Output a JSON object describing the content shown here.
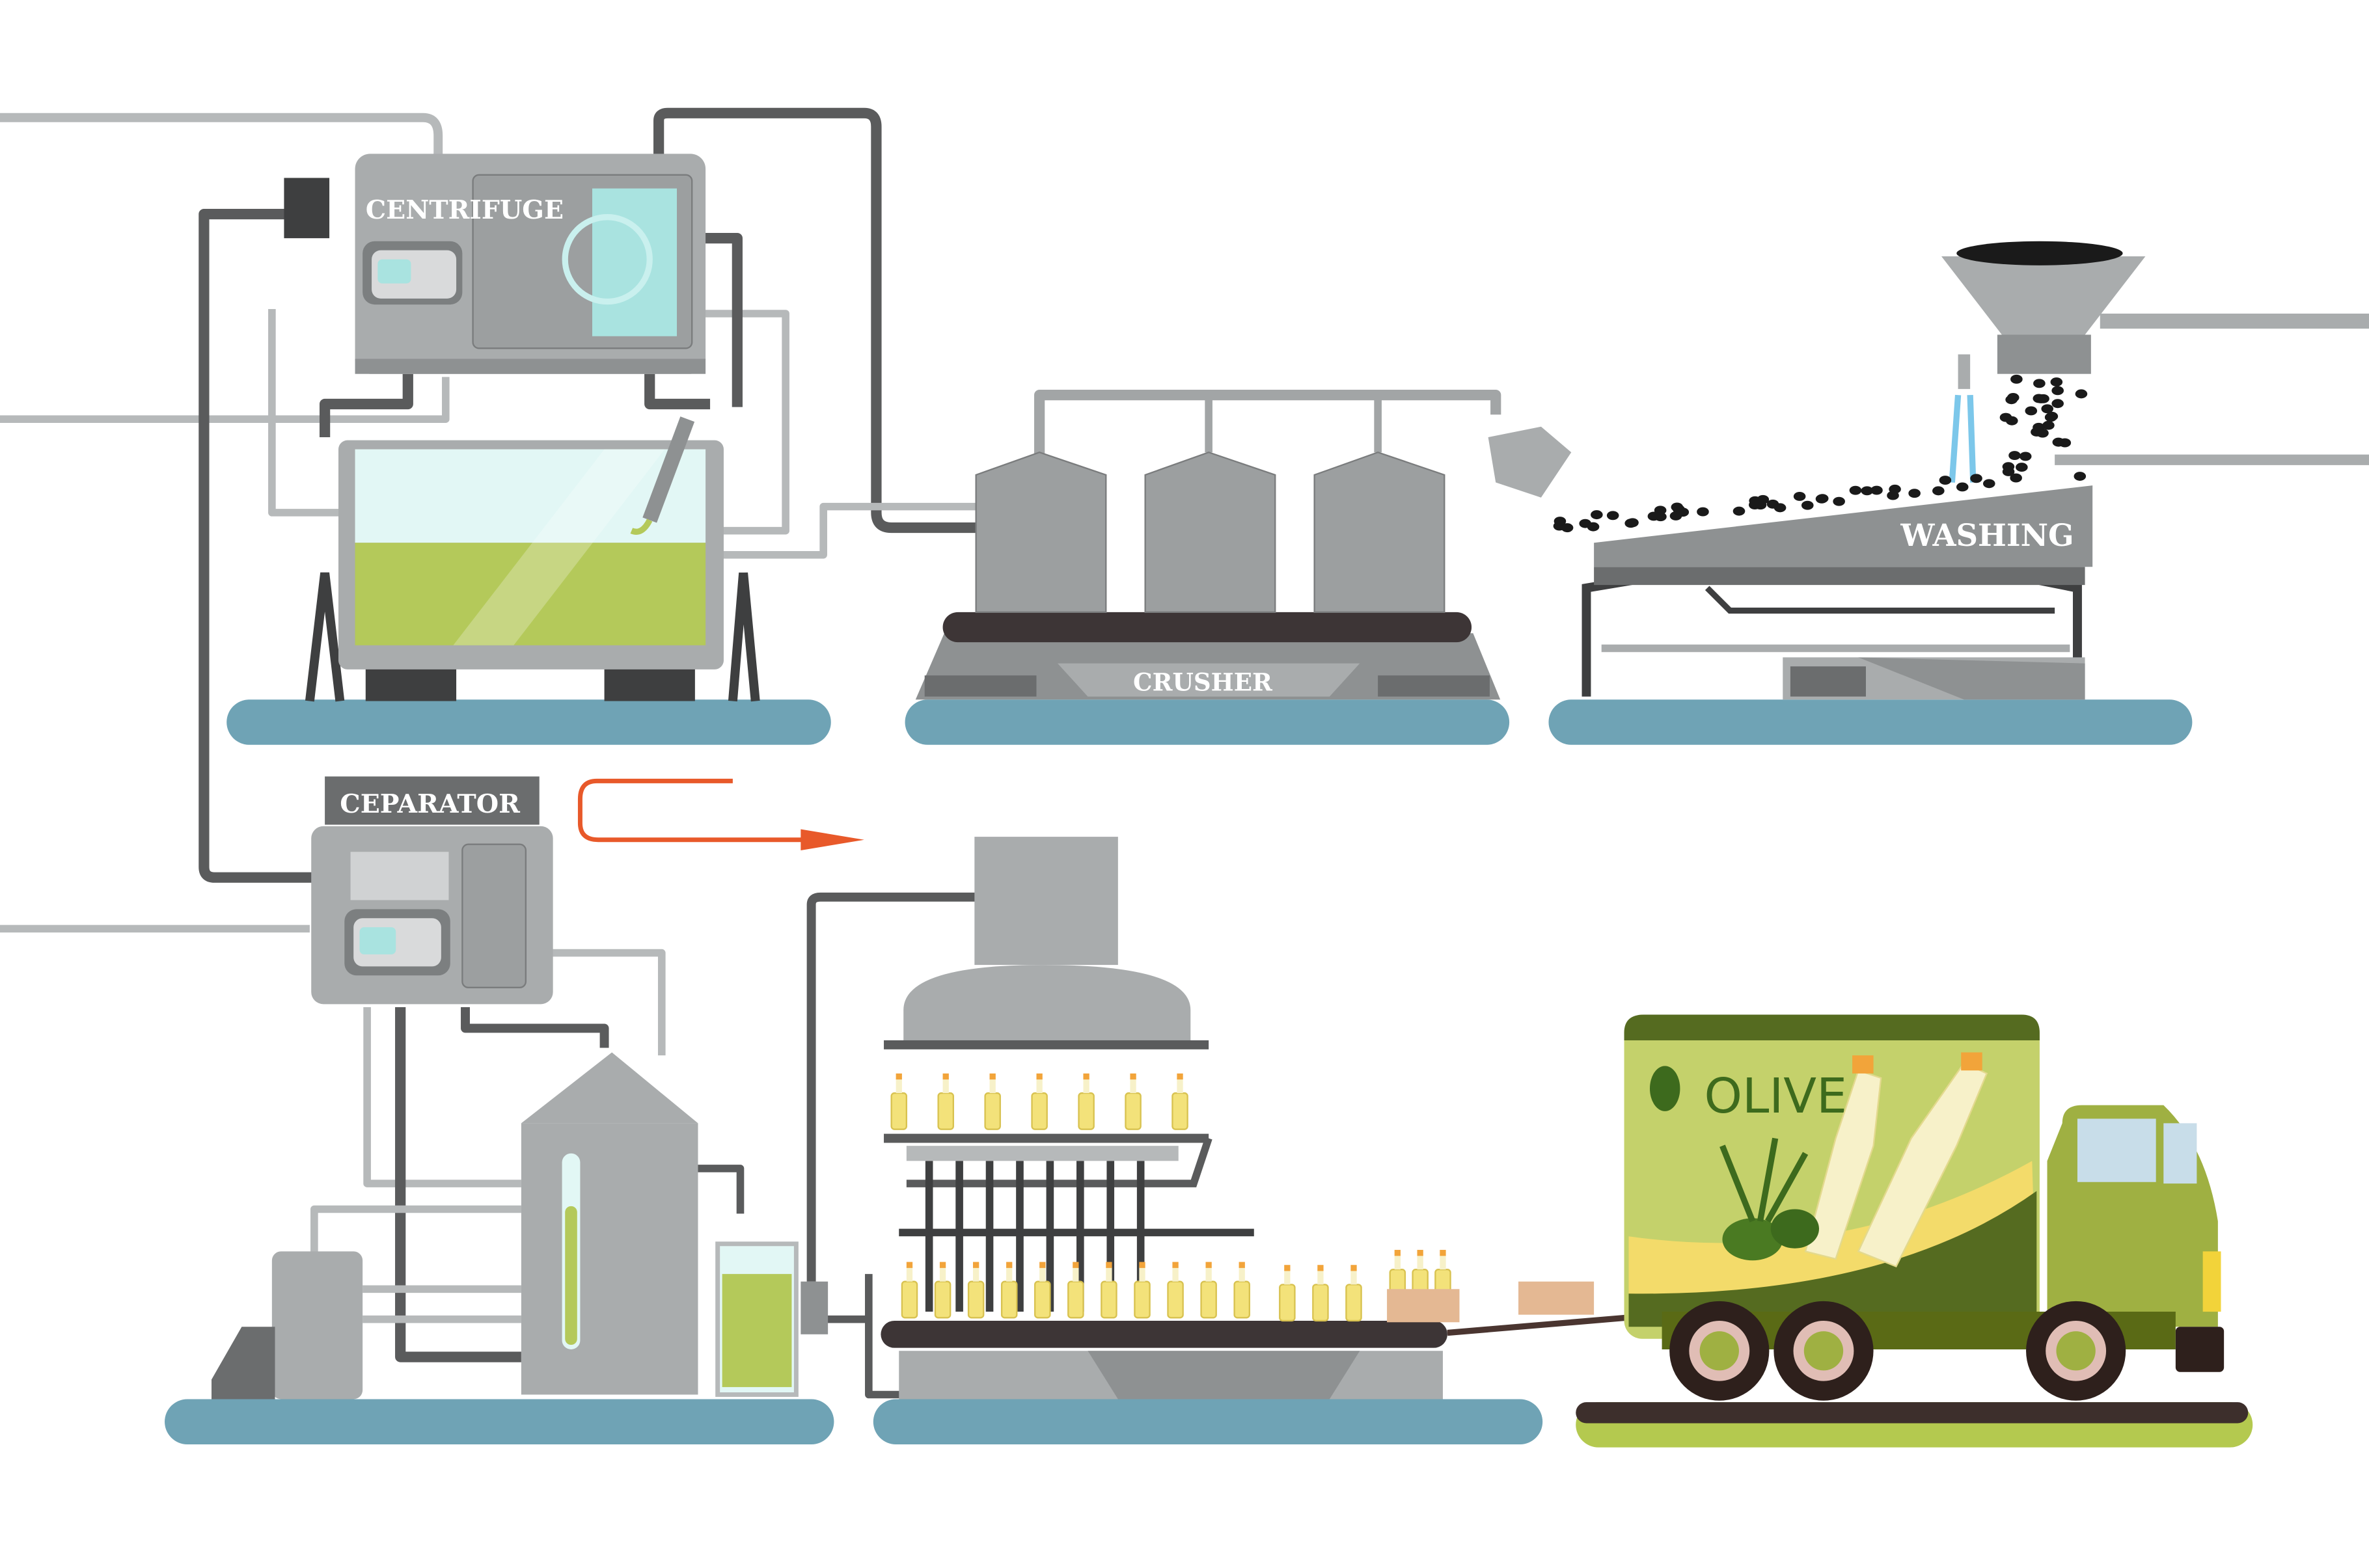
{
  "labels": {
    "centrifuge": "CENTRIFUGE",
    "crusher": "CRUSHER",
    "washing": "WASHING",
    "separator": "CEPARATOR",
    "truck_brand": "OLIVE"
  },
  "colors": {
    "machine_gray": "#a9acad",
    "dark_gray": "#6b6d6e",
    "pipe_dark": "#5a5b5c",
    "pipe_light": "#b6b9ba",
    "floor": "#6fa3b5",
    "oil_green": "#b4c95a",
    "arrow": "#e8592a",
    "truck_green": "#9fb042",
    "truck_dark": "#55691e",
    "road_green": "#b4c94f",
    "road_dark": "#3d2f2c",
    "olive_black": "#1a1a1a"
  }
}
